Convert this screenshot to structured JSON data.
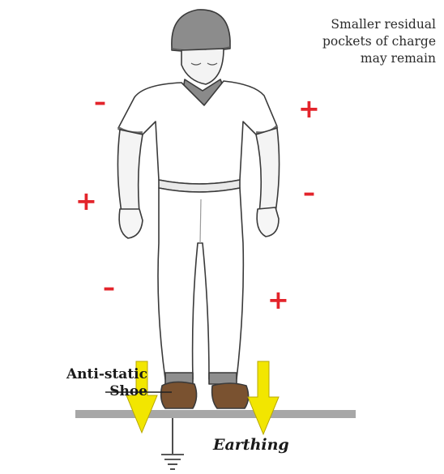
{
  "caption": {
    "lines": [
      "Smaller residual",
      "pockets of charge",
      "may remain"
    ]
  },
  "charges": [
    {
      "sign": "–",
      "kind": "negative"
    },
    {
      "sign": "+",
      "kind": "positive"
    },
    {
      "sign": "+",
      "kind": "positive"
    },
    {
      "sign": "–",
      "kind": "negative"
    },
    {
      "sign": "–",
      "kind": "negative"
    },
    {
      "sign": "+",
      "kind": "positive"
    }
  ],
  "labels": {
    "shoe_line1": "Anti-static",
    "shoe_line2": "Shoe",
    "earthing": "Earthing"
  },
  "colors": {
    "charge": "#e3242b",
    "arrow": "#f2e600",
    "floor": "#a7a7a7",
    "shoe": "#7a5230"
  }
}
